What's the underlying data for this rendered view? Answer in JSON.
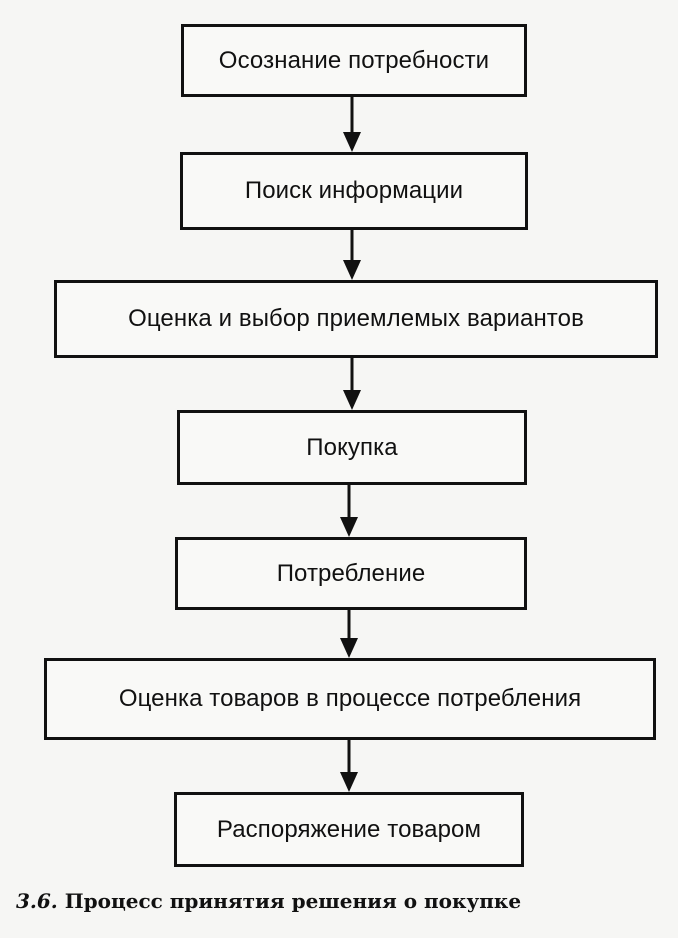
{
  "flowchart": {
    "steps": [
      "Осознание потребности",
      "Поиск информации",
      "Оценка и выбор приемлемых вариантов",
      "Покупка",
      "Потребление",
      "Оценка товаров в процессе потребления",
      "Распоряжение товаром"
    ]
  },
  "caption": {
    "number": "3.6.",
    "text": "Процесс принятия решения о покупке"
  }
}
